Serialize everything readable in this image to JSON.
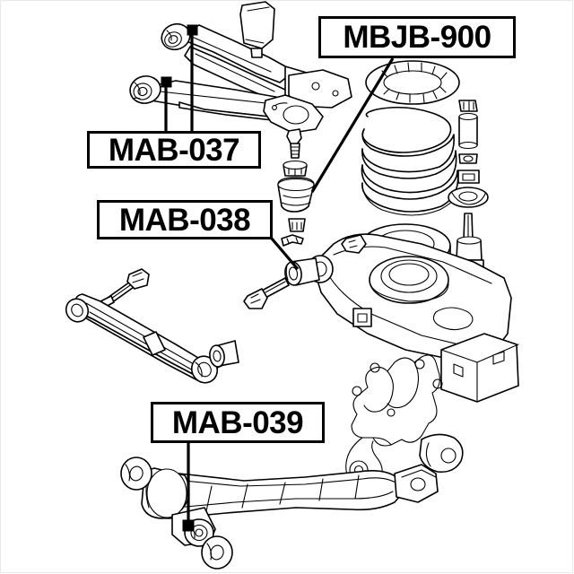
{
  "diagram": {
    "title": "Automotive rear suspension exploded parts diagram",
    "background_color": "#ffffff",
    "line_color": "#000000",
    "callouts": [
      {
        "id": "mab037",
        "label": "MAB-037",
        "part_type": "suspension-arm-bushing",
        "leader_lines": 2,
        "points_to": "upper control arm bushings"
      },
      {
        "id": "mab038",
        "label": "MAB-038",
        "part_type": "suspension-arm-bushing",
        "leader_lines": 1,
        "points_to": "lower control arm front bushing"
      },
      {
        "id": "mab039",
        "label": "MAB-039",
        "part_type": "suspension-arm-bushing",
        "leader_lines": 1,
        "points_to": "trailing arm rear bushing"
      },
      {
        "id": "mbjb900",
        "label": "MBJB-900",
        "part_type": "ball-joint-boot",
        "leader_lines": 1,
        "points_to": "ball joint dust boot"
      }
    ],
    "parts": [
      {
        "name": "upper-control-arm",
        "description": "Upper control arm with two pressed-in bushings"
      },
      {
        "name": "upper-arm-bushing-left",
        "description": "Bushing at outer end of upper arm"
      },
      {
        "name": "upper-arm-bushing-right",
        "description": "Bushing at inner end of upper arm"
      },
      {
        "name": "ball-joint",
        "description": "Ball joint stud with tapered shank"
      },
      {
        "name": "ball-joint-boot",
        "description": "Rubber dust boot for ball joint"
      },
      {
        "name": "boot-retaining-ring",
        "description": "Small retaining ring for boot"
      },
      {
        "name": "boot-clip",
        "description": "Spring clip for boot"
      },
      {
        "name": "coil-spring",
        "description": "Rear coil spring, four visible coils"
      },
      {
        "name": "upper-spring-seat",
        "description": "Ribbed upper spring insulator / seat"
      },
      {
        "name": "lower-spring-seat",
        "description": "Lower spring insulator ring"
      },
      {
        "name": "shock-absorber",
        "description": "Rear shock absorber / damper"
      },
      {
        "name": "bump-stop",
        "description": "Bump stop cylinder on shock rod"
      },
      {
        "name": "shock-nut",
        "description": "Upper mounting nut"
      },
      {
        "name": "shock-washer",
        "description": "Mounting washer"
      },
      {
        "name": "shock-mount-bushing",
        "description": "Upper shock mount rubber bushing"
      },
      {
        "name": "lower-control-arm",
        "description": "Large lower control arm with spring pocket"
      },
      {
        "name": "lateral-link",
        "description": "Lateral / toe link arm with end bushings"
      },
      {
        "name": "link-bolt",
        "description": "Through bolt for lateral link"
      },
      {
        "name": "link-bushing-outer",
        "description": "Loose bushing for lateral link"
      },
      {
        "name": "knuckle",
        "description": "Rear wheel knuckle / hub carrier"
      },
      {
        "name": "trailing-arm",
        "description": "Trailing arm with bushing and washers"
      },
      {
        "name": "trailing-arm-washer-front",
        "description": "Washer at front of trailing arm bushing"
      },
      {
        "name": "trailing-arm-washer-rear",
        "description": "Washer at rear of trailing arm bushing"
      },
      {
        "name": "subframe-bracket",
        "description": "Subframe mounting bracket"
      }
    ]
  }
}
